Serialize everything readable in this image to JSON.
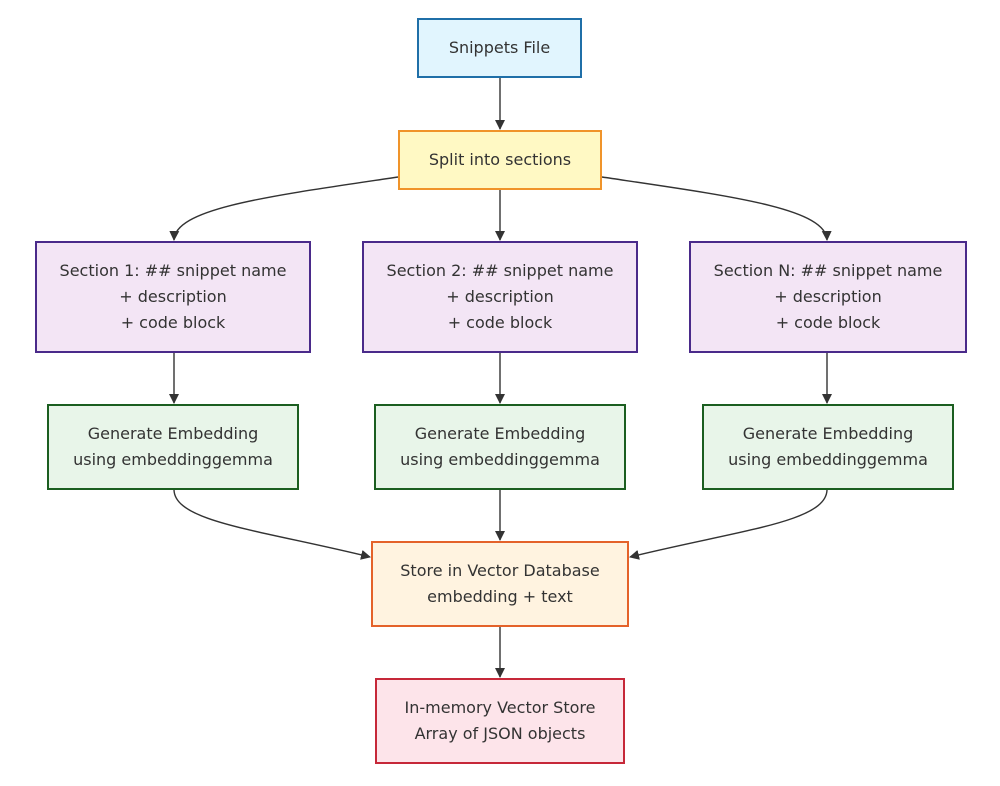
{
  "nodes": {
    "snippets_file": {
      "lines": [
        "Snippets File"
      ]
    },
    "split_sections": {
      "lines": [
        "Split into sections"
      ]
    },
    "section_1": {
      "lines": [
        "Section 1: ## snippet name",
        "+ description",
        "+ code block"
      ]
    },
    "section_2": {
      "lines": [
        "Section 2: ## snippet name",
        "+ description",
        "+ code block"
      ]
    },
    "section_n": {
      "lines": [
        "Section N: ## snippet name",
        "+ description",
        "+ code block"
      ]
    },
    "embedding_1": {
      "lines": [
        "Generate Embedding",
        "using embeddinggemma"
      ]
    },
    "embedding_2": {
      "lines": [
        "Generate Embedding",
        "using embeddinggemma"
      ]
    },
    "embedding_3": {
      "lines": [
        "Generate Embedding",
        "using embeddinggemma"
      ]
    },
    "vector_db": {
      "lines": [
        "Store in Vector Database",
        "embedding + text"
      ]
    },
    "memory_store": {
      "lines": [
        "In-memory Vector Store",
        "Array of JSON objects"
      ]
    }
  },
  "edges": [
    [
      "snippets_file",
      "split_sections"
    ],
    [
      "split_sections",
      "section_1"
    ],
    [
      "split_sections",
      "section_2"
    ],
    [
      "split_sections",
      "section_n"
    ],
    [
      "section_1",
      "embedding_1"
    ],
    [
      "section_2",
      "embedding_2"
    ],
    [
      "section_n",
      "embedding_3"
    ],
    [
      "embedding_1",
      "vector_db"
    ],
    [
      "embedding_2",
      "vector_db"
    ],
    [
      "embedding_3",
      "vector_db"
    ],
    [
      "vector_db",
      "memory_store"
    ]
  ],
  "colors": {
    "edge": "#333333",
    "snippets_file_fill": "#e1f5fe",
    "snippets_file_border": "#1f6fa8",
    "split_fill": "#fff9c4",
    "split_border": "#f0942a",
    "section_fill": "#f3e5f5",
    "section_border": "#4a2a8a",
    "embedding_fill": "#e8f5e9",
    "embedding_border": "#1b5e20",
    "vector_db_fill": "#fff3e0",
    "vector_db_border": "#e4622a",
    "memory_fill": "#fde4ea",
    "memory_border": "#c62839"
  }
}
